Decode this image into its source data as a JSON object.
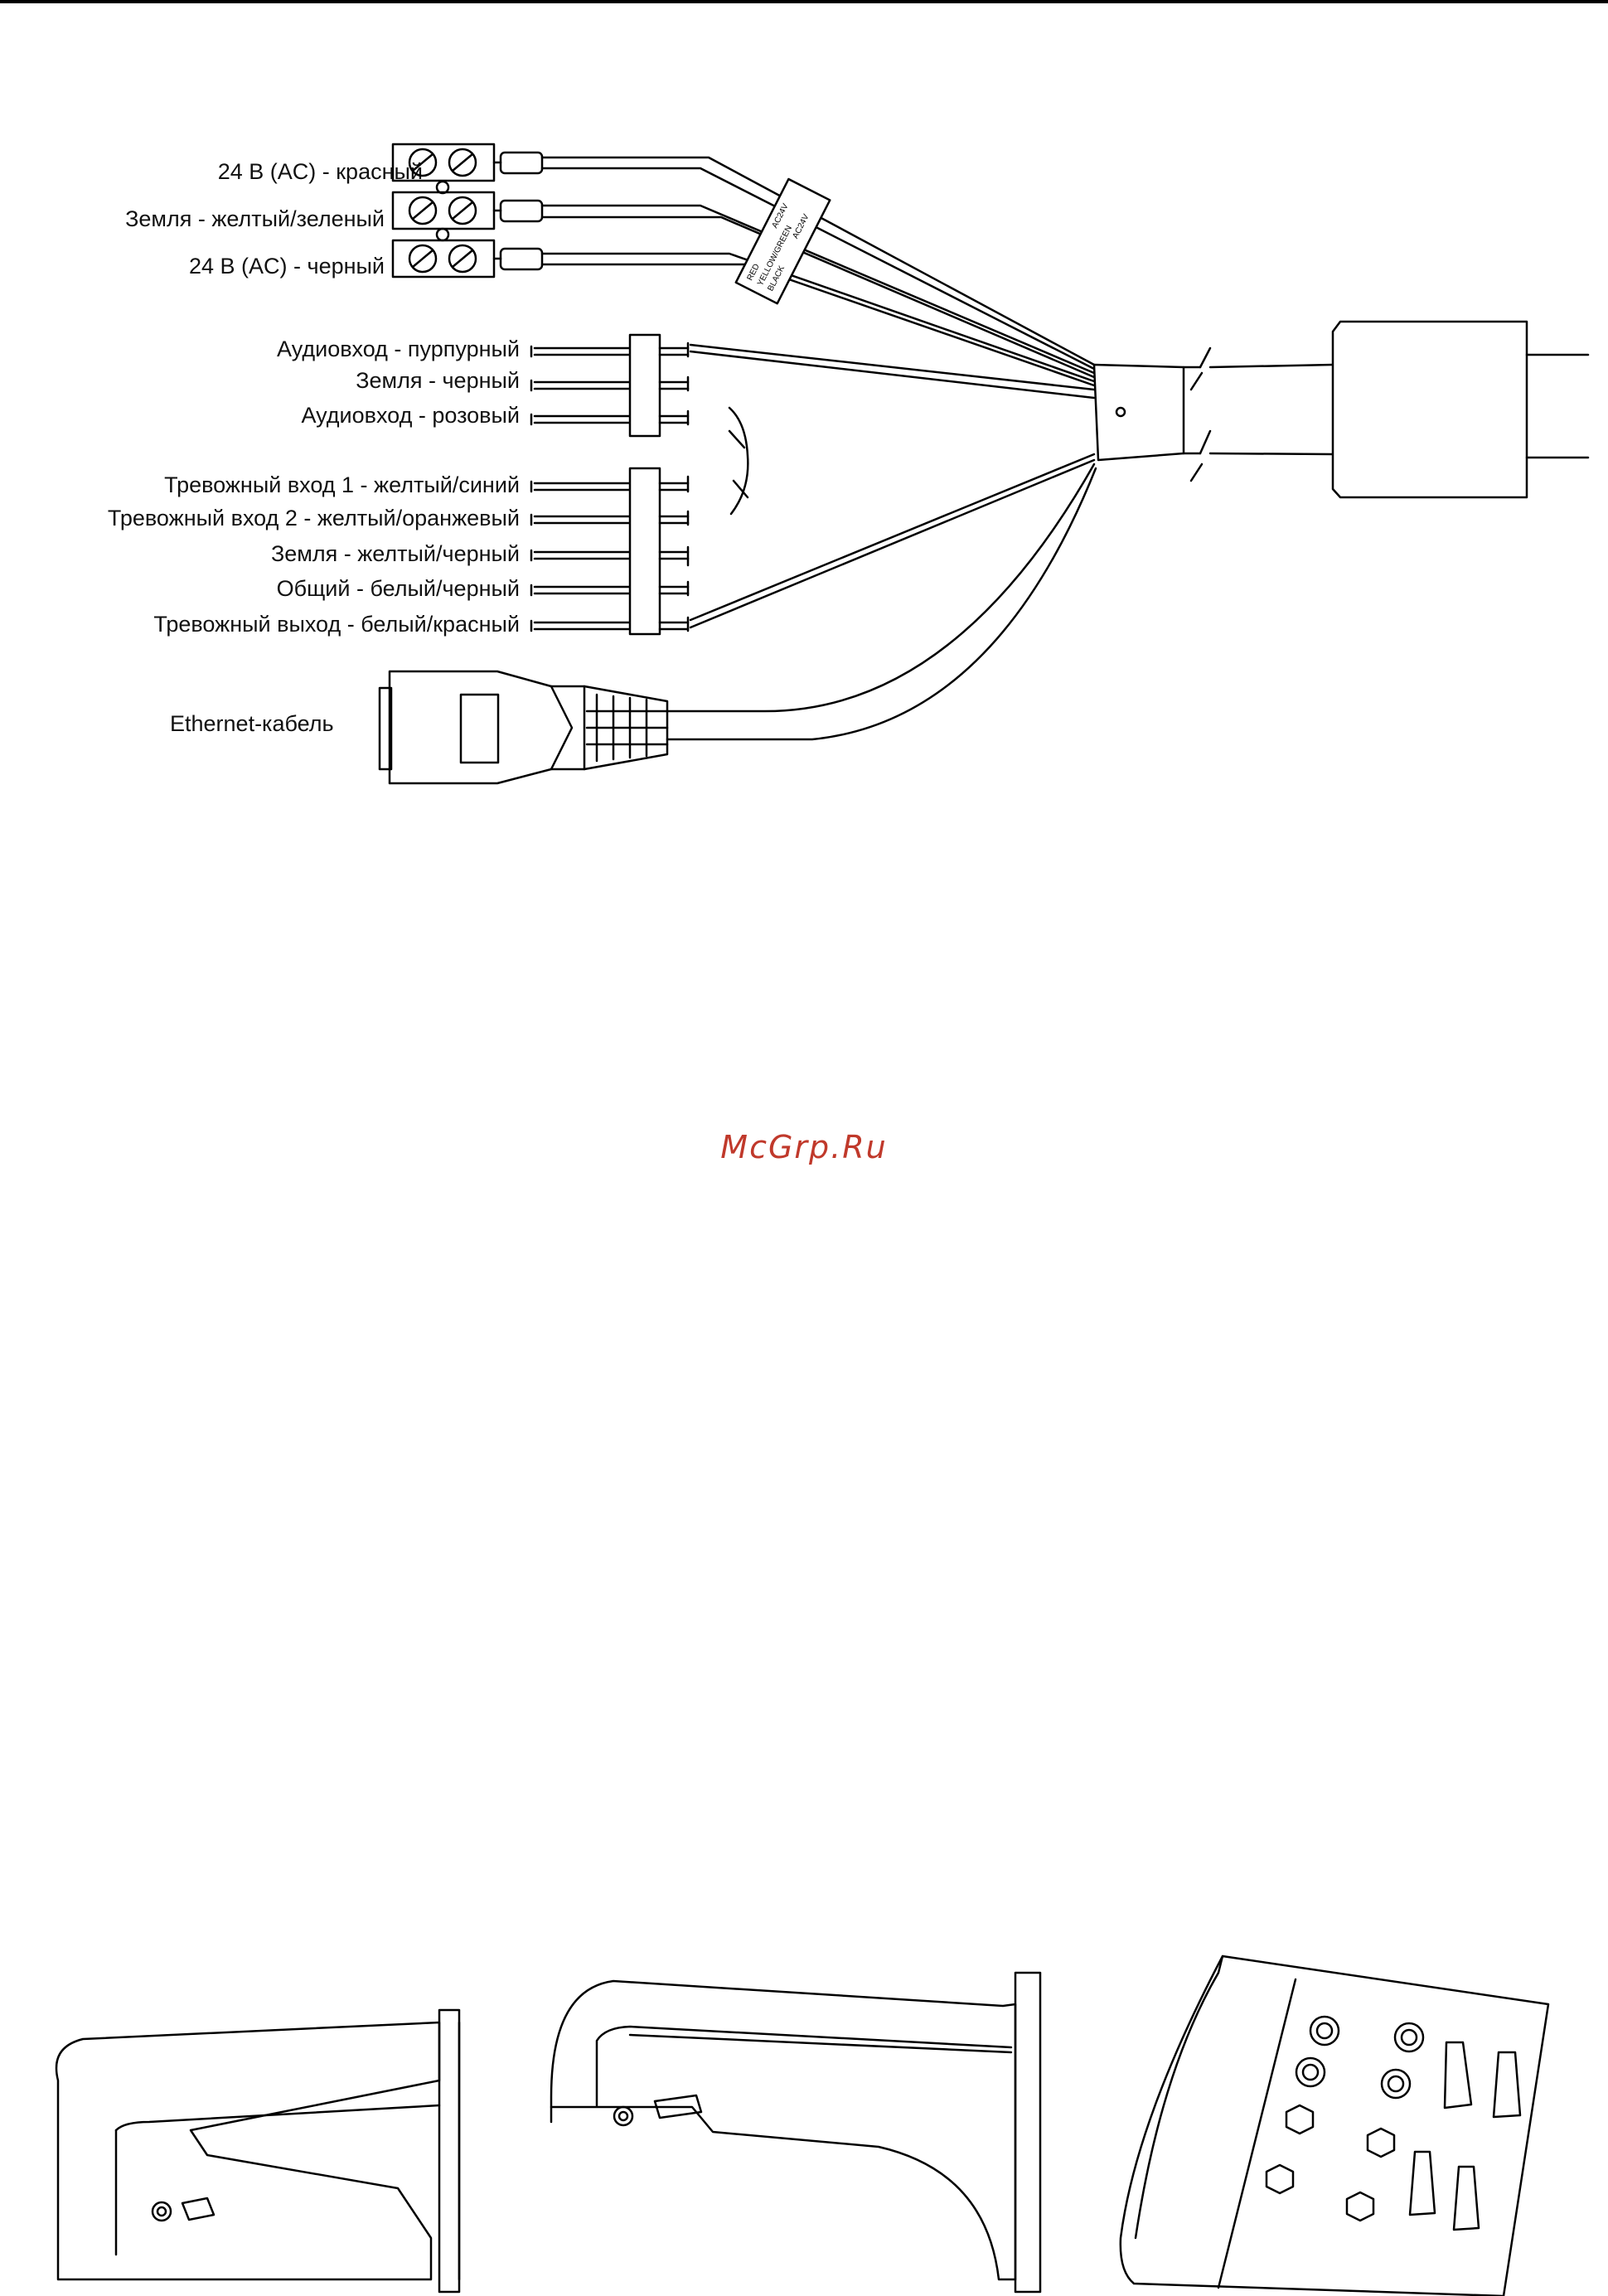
{
  "power_wires": [
    "24 В (AC) - красный",
    "Земля - желтый/зеленый",
    "24 В (AC) - черный"
  ],
  "audio_wires": [
    "Аудиовход - пурпурный",
    "Земля - черный",
    "Аудиовход - розовый"
  ],
  "alarm_wires": [
    "Тревожный вход 1 - желтый/синий",
    "Тревожный вход 2 - желтый/оранжевый",
    "Земля - желтый/черный",
    "Общий - белый/черный",
    "Тревожный выход - белый/красный"
  ],
  "ethernet_label": "Ethernet-кабель",
  "power_tag": {
    "top_lines": [
      "AC24V",
      "AC24V"
    ],
    "bottom_lines": [
      "RED",
      "YELLOW/GREEN",
      "BLACK"
    ]
  },
  "watermark": "McGrp.Ru"
}
